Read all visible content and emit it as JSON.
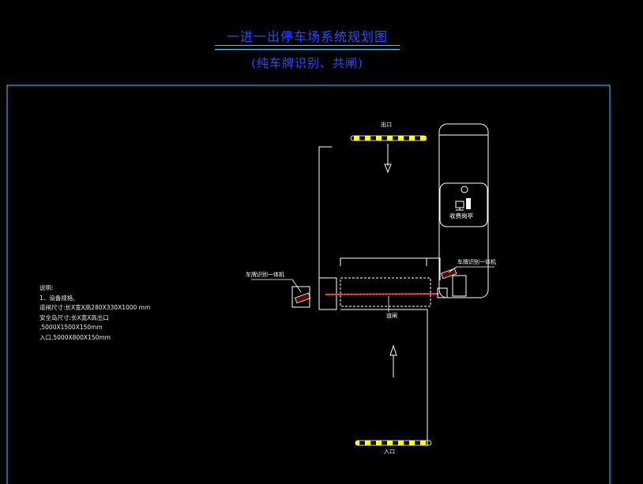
{
  "title": "一进一出停车场系统规划图",
  "subtitle": "(纯车牌识别、共闸)",
  "labels": {
    "exit": "出口",
    "entrance": "入口",
    "booth": "收费岗亭",
    "lpr_right": "车牌识别一体机",
    "lpr_left": "车牌识别一体机",
    "gate": "道闸"
  },
  "notes": {
    "heading": "说明:",
    "lines": [
      "1、设备规格,",
      "道闸尺寸:长X宽X高280X330X1000 mm",
      "安全岛尺寸:长X宽X高出口",
      ",5000X1500X150mm",
      "入口,5000X800X150mm"
    ]
  },
  "colors": {
    "title": "#2b4bff",
    "frame": "#2ed6ff",
    "barrier_stripe_a": "#ffff00",
    "barrier_stripe_b": "#000000",
    "gate_arm": "#ff2222",
    "lines": "#ffffff"
  }
}
